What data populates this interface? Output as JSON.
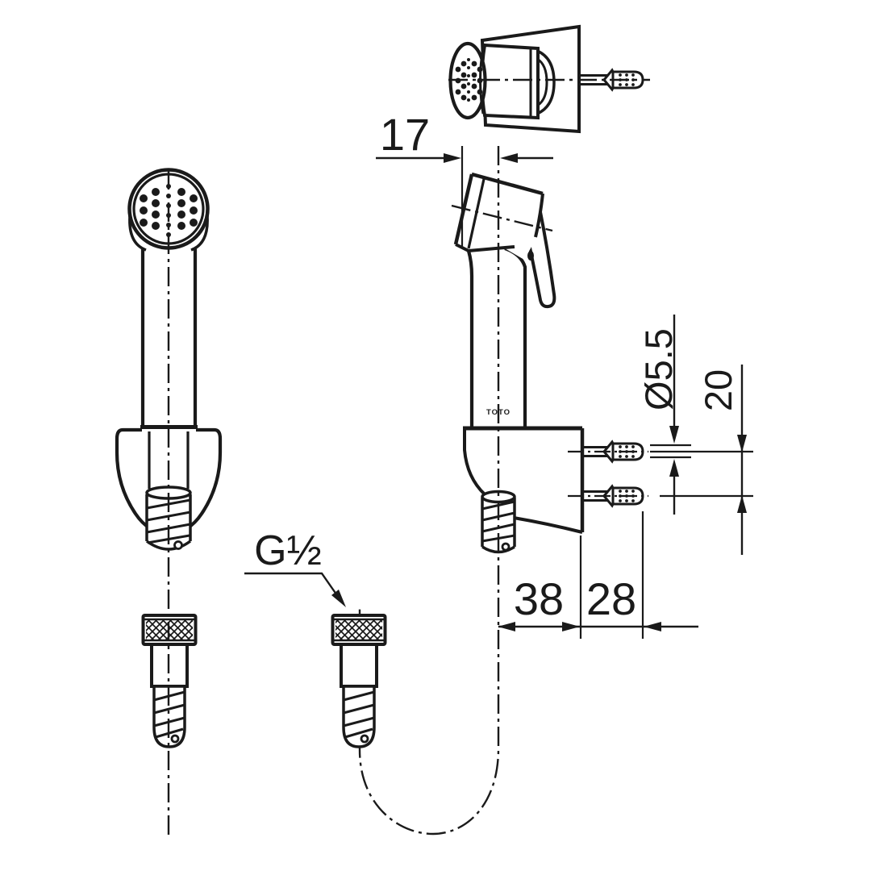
{
  "drawing": {
    "brand_logo": "TOTO",
    "dimensions": {
      "head_offset": "17",
      "barb_diameter": "Ø5.5",
      "screw_spacing": "20",
      "holder_depth": "38",
      "screw_length": "28",
      "thread_spec": "G½"
    },
    "colors": {
      "line": "#1a1a1a",
      "background": "#ffffff"
    }
  }
}
